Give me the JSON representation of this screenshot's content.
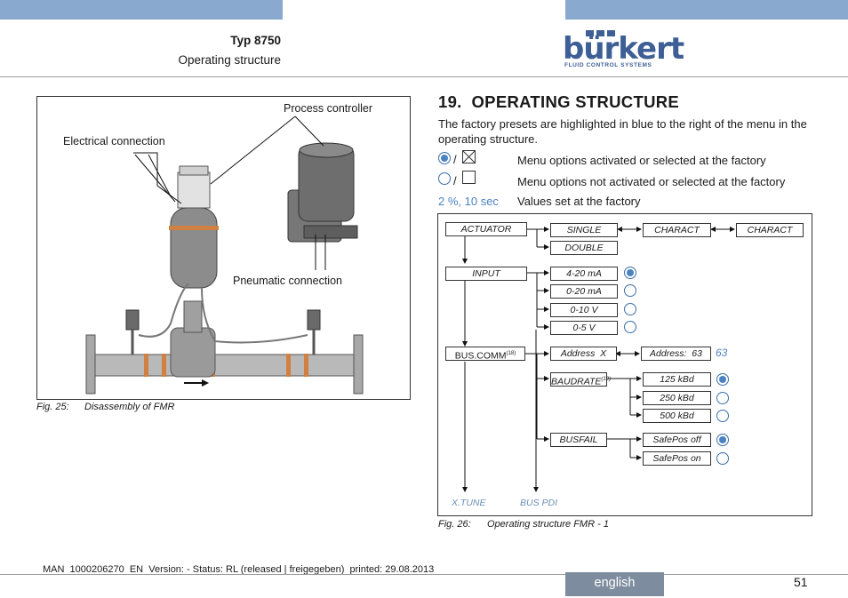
{
  "header": {
    "title": "Typ 8750",
    "subtitle": "Operating structure",
    "logo": "bürkert",
    "logo_tagline": "FLUID CONTROL SYSTEMS"
  },
  "figure25": {
    "labels": {
      "process_controller": "Process controller",
      "electrical_connection": "Electrical connection",
      "pneumatic_connection": "Pneumatic connection"
    },
    "caption_num": "Fig. 25:",
    "caption_text": "Disassembly of FMR"
  },
  "section": {
    "heading": "19.  OPERATING STRUCTURE",
    "intro": "The factory presets are highlighted in blue to the right of the menu in the operating structure.",
    "legend": [
      {
        "symbols": "/",
        "text": "Menu options activated or selected at the factory"
      },
      {
        "symbols": "/",
        "text": "Menu options not activated or selected at the factory"
      },
      {
        "symbols": "2 %, 10 sec",
        "text": "Values set at the factory"
      }
    ]
  },
  "diagram": {
    "actuator": "ACTUATOR",
    "single": "SINGLE",
    "double": "DOUBLE",
    "charact1": "CHARACT",
    "charact2": "CHARACT",
    "input": "INPUT",
    "inputs": [
      "4-20 mA",
      "0-20 mA",
      "0-10 V",
      "0-5 V"
    ],
    "input_selected": [
      true,
      false,
      false,
      false
    ],
    "buscomm": "BUS.COMM",
    "buscomm_sup": "(18)",
    "address": "Address  X",
    "address_value": "Address:  63",
    "address_factory": "63",
    "baudrate": "BAUDRATE",
    "baudrate_sup": "(19)",
    "bauds": [
      "125 kBd",
      "250 kBd",
      "500 kBd"
    ],
    "baud_selected": [
      true,
      false,
      false
    ],
    "busfail": "BUSFAIL",
    "safepos": [
      "SafePos off",
      "SafePos on"
    ],
    "safepos_selected": [
      true,
      false
    ],
    "xtune": "X.TUNE",
    "buspdi": "BUS PDI"
  },
  "figure26": {
    "caption_num": "Fig. 26:",
    "caption_text": "Operating structure FMR - 1"
  },
  "footer": {
    "doc_info": "MAN  1000206270  EN  Version: - Status: RL (released | freigegeben)  printed: 29.08.2013",
    "language": "english",
    "page": "51"
  },
  "colors": {
    "bar": "#8aa9cf",
    "brand": "#3d5f96",
    "factory_blue": "#4a82c2",
    "lang_box": "#7d8c9e"
  }
}
